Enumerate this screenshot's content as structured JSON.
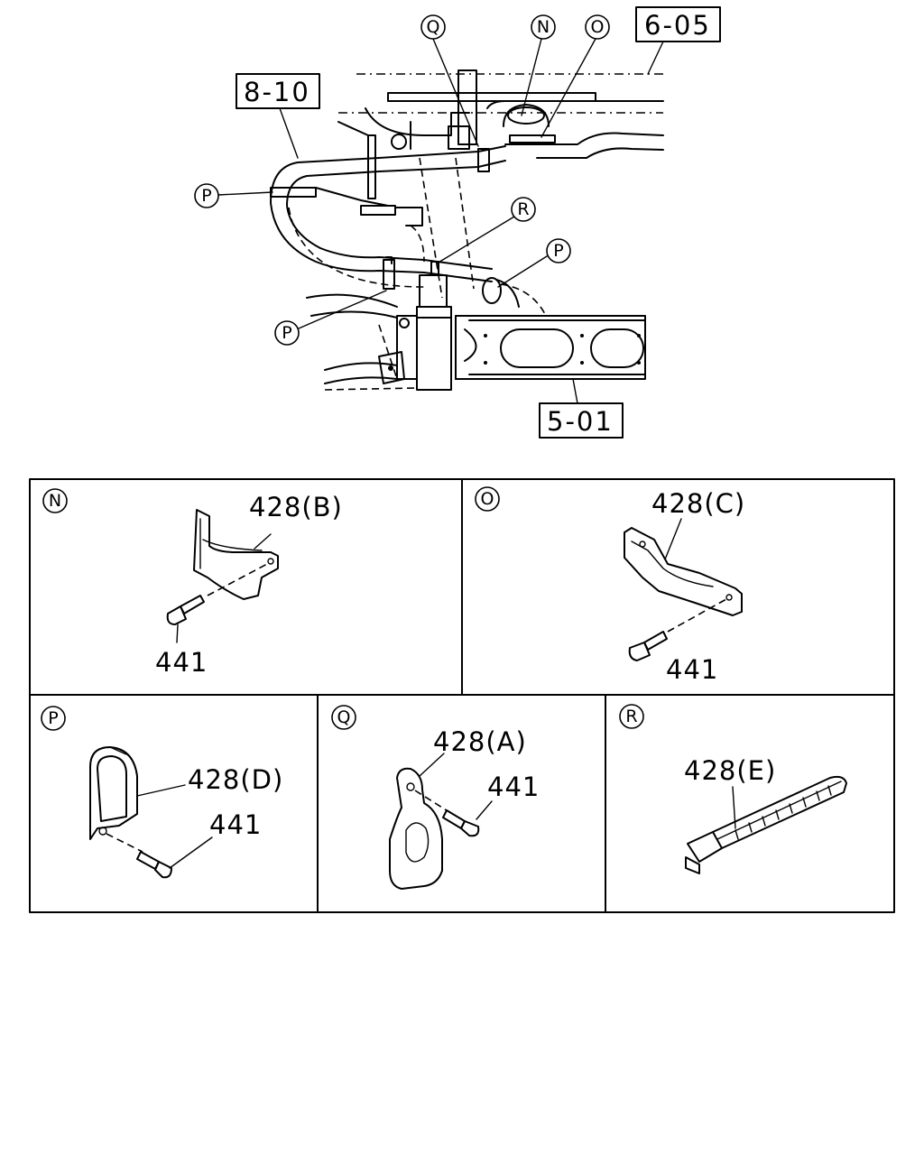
{
  "references": {
    "ref_6_05": "6-05",
    "ref_8_10": "8-10",
    "ref_5_01": "5-01"
  },
  "callouts": {
    "Q": "Q",
    "N": "N",
    "O": "O",
    "P": "P",
    "R": "R"
  },
  "panels": {
    "N": {
      "letter": "N",
      "part": "428(B)",
      "bolt": "441"
    },
    "O": {
      "letter": "O",
      "part": "428(C)",
      "bolt": "441"
    },
    "P": {
      "letter": "P",
      "part": "428(D)",
      "bolt": "441"
    },
    "Q": {
      "letter": "Q",
      "part": "428(A)",
      "bolt": "441"
    },
    "R": {
      "letter": "R",
      "part": "428(E)"
    }
  },
  "colors": {
    "line": "#000000",
    "background": "#ffffff"
  }
}
